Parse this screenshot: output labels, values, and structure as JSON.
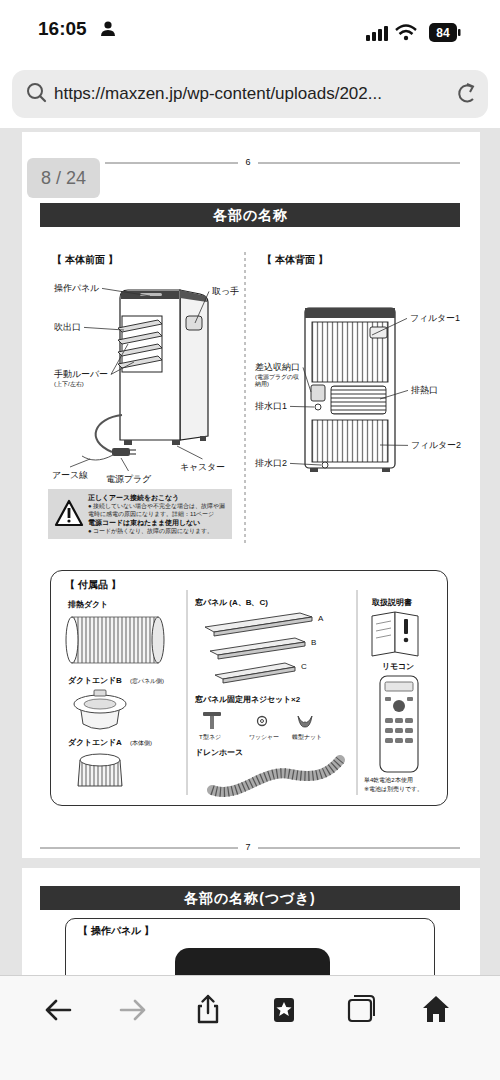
{
  "diagram": {
    "title": "各部の名称",
    "nodes": [
      {
        "text": [
          "https://maxzen.jp/wp-content/uploads/202..."
        ]
      },
      {
        "text": [
          "8 / 24"
        ]
      },
      {
        "text": [
          "正しくアース接続をおこなう",
          "● 接続していない場合や不完全な場合は、故障や漏電時に感電の原因になります。詳細：11ページ",
          "電源コードは束ねたまま使用しない",
          "● コードが熱くなり、故障の原因になります。"
        ]
      },
      {
        "text": [
          "【 付属品 】"
        ]
      },
      {
        "text": [
          "各部の名称(つづき)"
        ]
      },
      {
        "text": [
          "【 操作パネル 】"
        ]
      }
    ],
    "labels": [
      "16:05",
      "84",
      "6",
      "【 本体前面 】",
      "【 本体背面 】",
      "操作パネル",
      "取っ手",
      "吹出口",
      "手動ルーバー",
      "(上下/左右)",
      "アース線",
      "電源プラグ",
      "キャスター",
      "フィルター1",
      "差込収納口",
      "(電源プラグの収納用)",
      "排熱口",
      "排水口1",
      "フィルター2",
      "排水口2",
      "排熱ダクト",
      "ダクトエンドB",
      "(窓パネル側)",
      "ダクトエンドA",
      "(本体側)",
      "窓パネル (A、B、C)",
      "A",
      "B",
      "C",
      "窓パネル固定用ネジセット×2",
      "T型ネジ",
      "ワッシャー",
      "蝶型ナット",
      "ドレンホース",
      "取扱説明書",
      "リモコン",
      "単4乾電池2本使用",
      "※電池は別売りです。",
      "7",
      "7"
    ]
  }
}
